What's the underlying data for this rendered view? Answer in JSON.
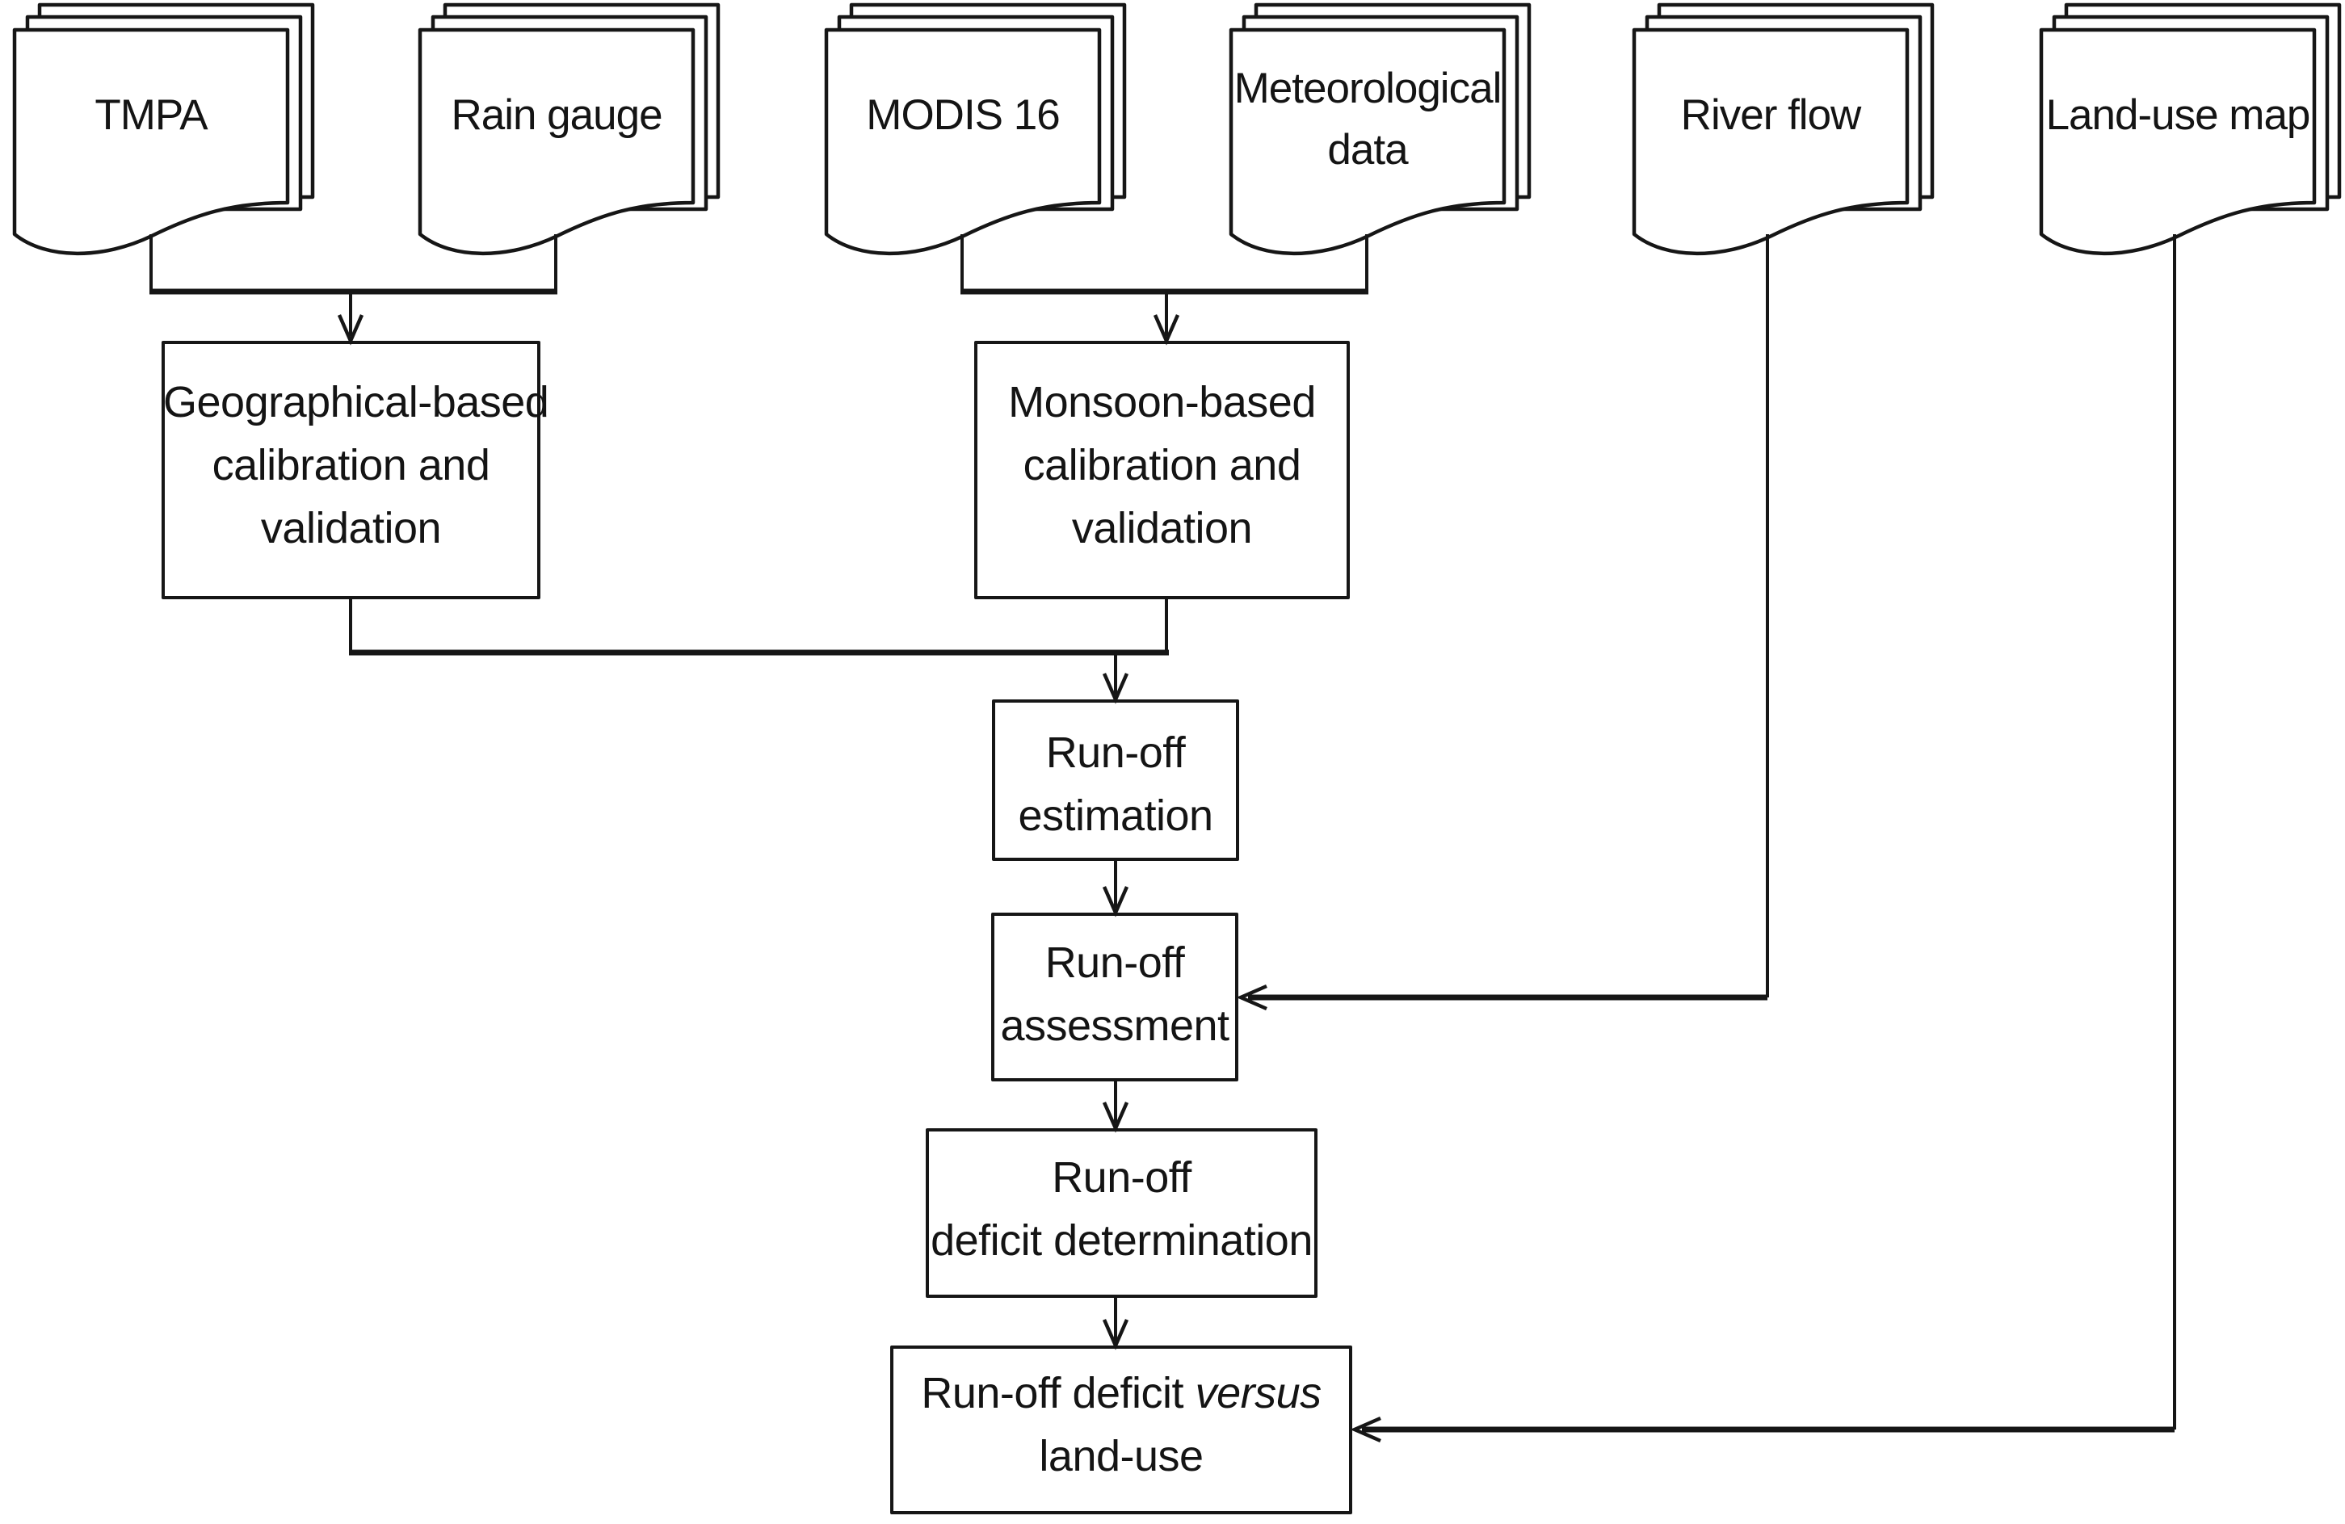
{
  "figure": {
    "background_color": "#ffffff",
    "line_color": "#161616",
    "text_color": "#141414",
    "documents": [
      {
        "id": "tmpa",
        "label_lines": [
          "TMPA"
        ]
      },
      {
        "id": "rain-gauge",
        "label_lines": [
          "Rain gauge"
        ]
      },
      {
        "id": "modis-16",
        "label_lines": [
          "MODIS 16"
        ]
      },
      {
        "id": "meteorological-data",
        "label_lines": [
          "Meteorological",
          "data"
        ]
      },
      {
        "id": "river-flow",
        "label_lines": [
          "River flow"
        ]
      },
      {
        "id": "land-use-map",
        "label_lines": [
          "Land-use map"
        ]
      }
    ],
    "process_boxes": [
      {
        "id": "geographical-calibration",
        "lines": [
          "Geographical-based",
          "calibration and",
          "validation"
        ]
      },
      {
        "id": "monsoon-calibration",
        "lines": [
          "Monsoon-based",
          "calibration and",
          "validation"
        ]
      },
      {
        "id": "runoff-estimation",
        "lines": [
          "Run-off",
          "estimation"
        ]
      },
      {
        "id": "runoff-assessment",
        "lines": [
          "Run-off",
          "assessment"
        ]
      },
      {
        "id": "runoff-deficit-determination",
        "lines": [
          "Run-off",
          "deficit determination"
        ]
      }
    ],
    "final_box": {
      "id": "runoff-deficit-vs-landuse",
      "line1_before_italic": "Run-off deficit ",
      "line1_italic": "versus",
      "line2": "land-use"
    }
  }
}
